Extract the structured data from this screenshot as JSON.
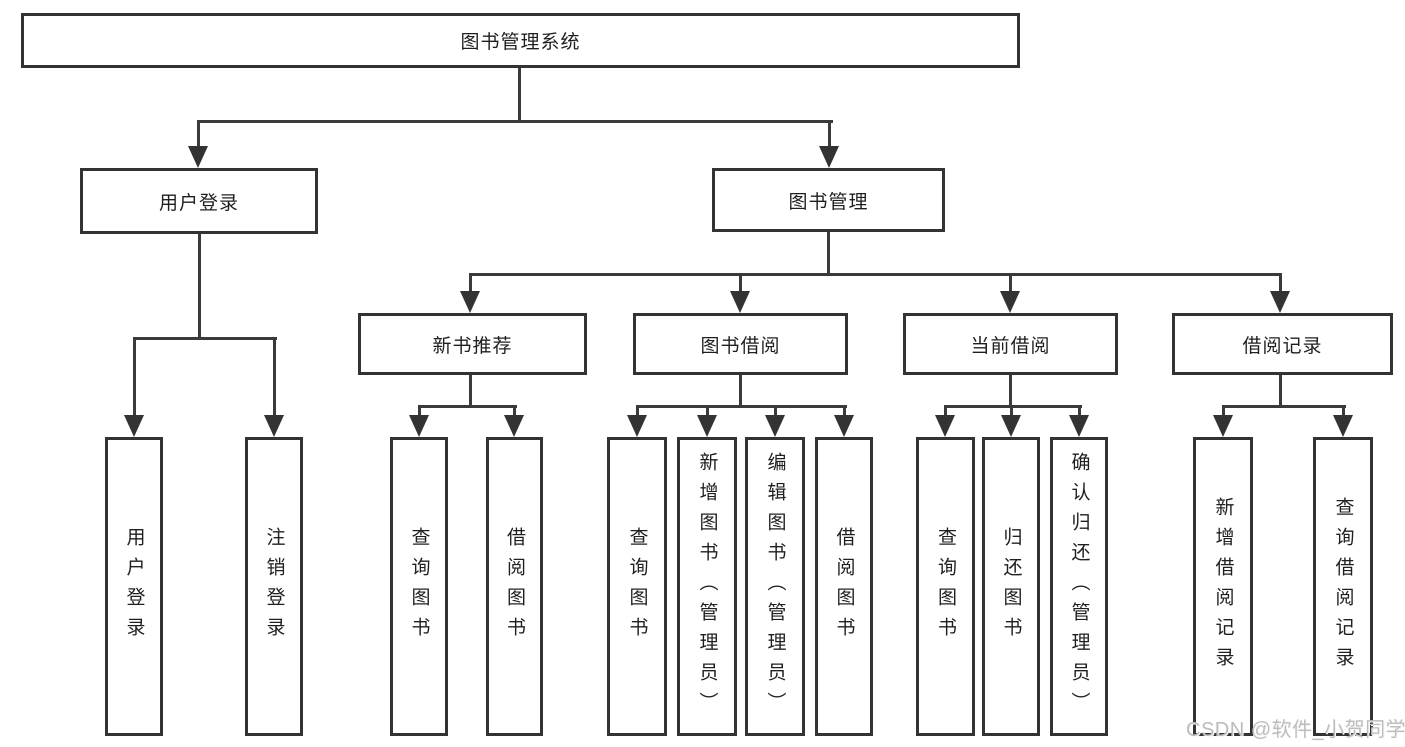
{
  "diagram": {
    "title": "图书管理系统",
    "level2": {
      "user_login": "用户登录",
      "book_mgmt": "图书管理"
    },
    "level3": {
      "new_books": "新书推荐",
      "book_borrow": "图书借阅",
      "current_borrow": "当前借阅",
      "borrow_records": "借阅记录"
    },
    "leaves": {
      "user_login": [
        "用户登录",
        "注销登录"
      ],
      "new_books": [
        "查询图书",
        "借阅图书"
      ],
      "book_borrow": [
        "查询图书",
        "新增图书（管理员）",
        "编辑图书（管理员）",
        "借阅图书"
      ],
      "current_borrow": [
        "查询图书",
        "归还图书",
        "确认归还（管理员）"
      ],
      "borrow_records": [
        "新增借阅记录",
        "查询借阅记录"
      ]
    }
  },
  "watermark": "CSDN @软件_小贺同学",
  "colors": {
    "line": "#3a3a3a",
    "border": "#333333",
    "text": "#1f1f1f",
    "watermark": "#bdbdbd",
    "background": "#ffffff"
  }
}
